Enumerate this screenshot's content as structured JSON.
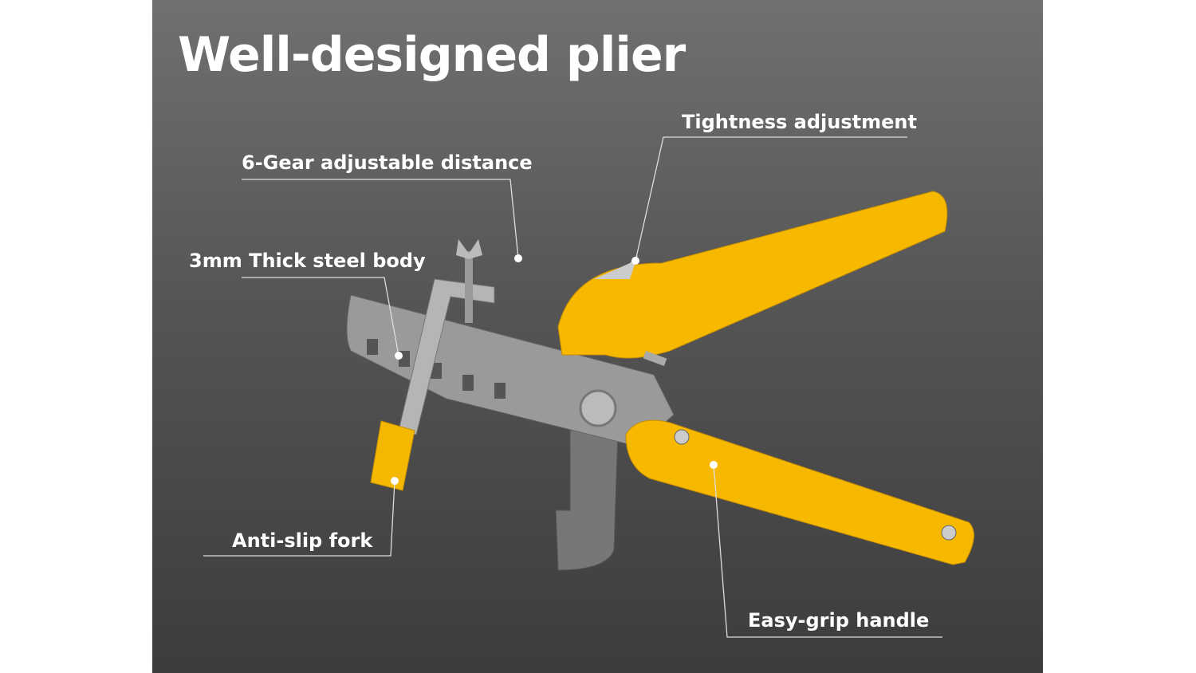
{
  "title": "Well-designed plier",
  "callouts": {
    "tightness": "Tightness adjustment",
    "gear": "6-Gear adjustable distance",
    "steel": "3mm Thick steel body",
    "fork": "Anti-slip fork",
    "handle": "Easy-grip handle"
  },
  "colors": {
    "handle": "#f5b800",
    "steel": "#a8a8a8"
  }
}
